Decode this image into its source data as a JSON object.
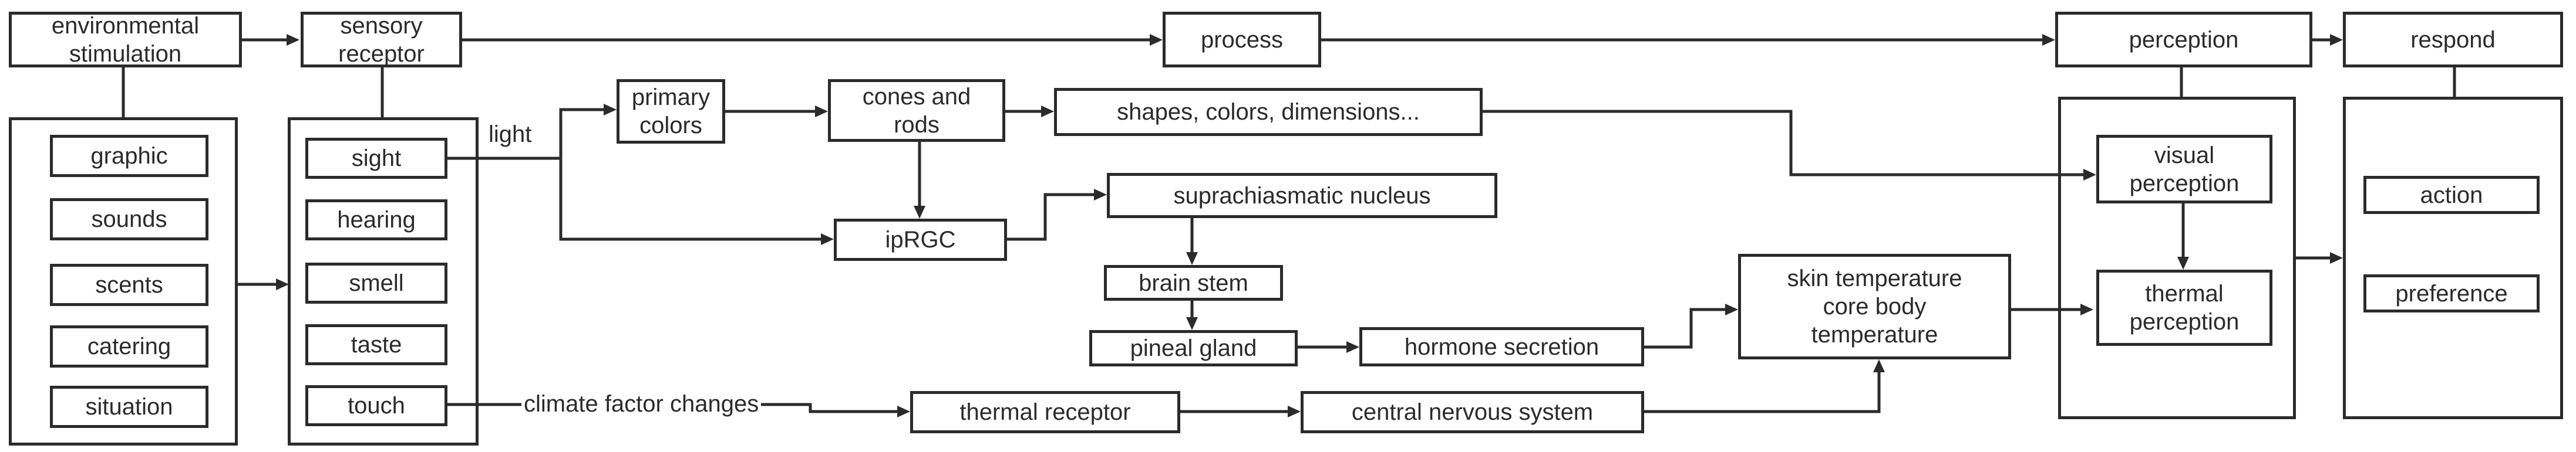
{
  "diagram": {
    "nodes": {
      "environmental_stimulation": "environmental\nstimulation",
      "sensory_receptor": "sensory\nreceptor",
      "process": "process",
      "perception": "perception",
      "respond": "respond",
      "graphic": "graphic",
      "sounds": "sounds",
      "scents": "scents",
      "catering": "catering",
      "situation": "situation",
      "sight": "sight",
      "hearing": "hearing",
      "smell": "smell",
      "taste": "taste",
      "touch": "touch",
      "primary_colors": "primary\ncolors",
      "cones_and_rods": "cones and\nrods",
      "shapes_colors_dimensions": "shapes, colors, dimensions...",
      "iprgc": "ipRGC",
      "suprachiasmatic_nucleus": "suprachiasmatic  nucleus",
      "brain_stem": "brain stem",
      "pineal_gland": "pineal gland",
      "hormone_secretion": "hormone secretion",
      "skin_core_temperature": "skin  temperature\ncore body\ntemperature",
      "thermal_receptor": "thermal receptor",
      "central_nervous_system": "central nervous system",
      "visual_perception": "visual\nperception",
      "thermal_perception": "thermal\nperception",
      "action": "action",
      "preference": "preference"
    },
    "edge_labels": {
      "light": "light",
      "climate_factor_changes": "climate factor changes"
    }
  }
}
